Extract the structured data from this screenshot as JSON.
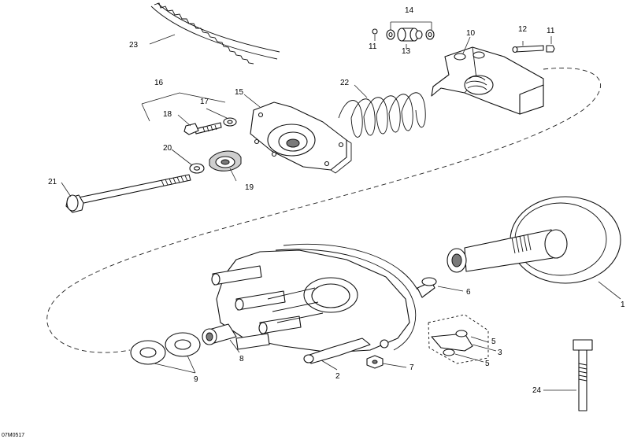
{
  "diagram_code": "07M0517",
  "callouts": {
    "c1": "1",
    "c2": "2",
    "c3": "3",
    "c5a": "5",
    "c5b": "5",
    "c6": "6",
    "c7": "7",
    "c8": "8",
    "c9": "9",
    "c10": "10",
    "c11a": "11",
    "c11b": "11",
    "c12": "12",
    "c13": "13",
    "c14": "14",
    "c15": "15",
    "c16": "16",
    "c17": "17",
    "c18": "18",
    "c19": "19",
    "c20": "20",
    "c21": "21",
    "c22": "22",
    "c23": "23",
    "c24": "24"
  }
}
